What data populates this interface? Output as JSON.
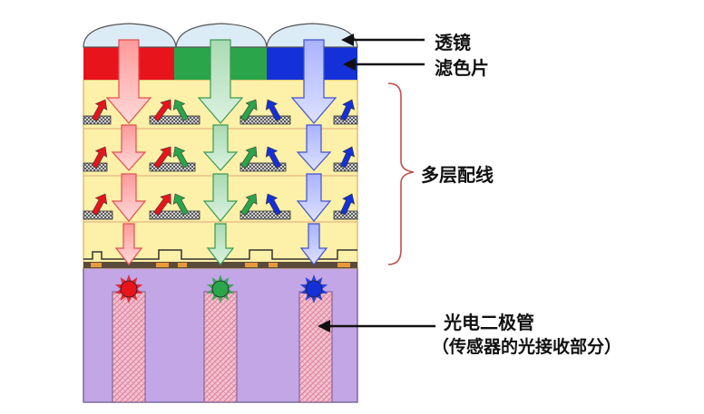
{
  "labels": {
    "lens": "透镜",
    "color_filter": "滤色片",
    "wiring": "多层配线",
    "photodiode": "光电二极管",
    "photodiode_note": "（传感器的光接收部分）"
  },
  "colors": {
    "red": "#e8141c",
    "green": "#2aa54a",
    "blue": "#1430d8",
    "wiring_bg": "#fbeea5",
    "substrate": "#bfa3e3",
    "photodiode_fill": "#f2b6c6",
    "lens": "#dcecf6",
    "bracket": "#c0504d"
  },
  "channels": [
    "red",
    "green",
    "blue"
  ]
}
